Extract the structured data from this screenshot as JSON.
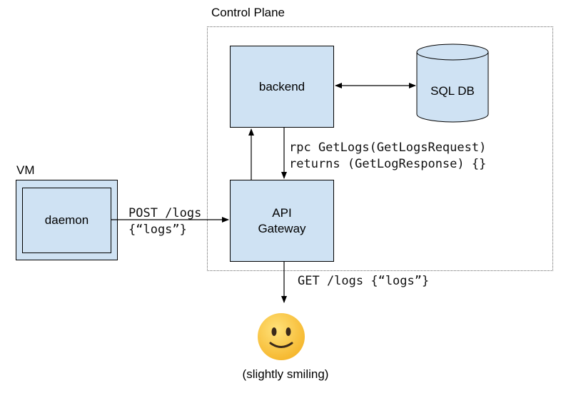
{
  "control_plane": {
    "title": "Control Plane"
  },
  "vm": {
    "title": "VM"
  },
  "nodes": {
    "daemon": "daemon",
    "backend": "backend",
    "sql_db": "SQL DB",
    "api_gateway": "API\nGateway"
  },
  "edges": {
    "post_line1": "POST /logs",
    "post_line2": "{“logs”}",
    "rpc_line1": "rpc GetLogs(GetLogsRequest)",
    "rpc_line2": "returns (GetLogResponse) {}",
    "get": "GET /logs {“logs”}"
  },
  "user": {
    "icon": "slightly-smiling-face-icon",
    "caption": "(slightly smiling)"
  },
  "colors": {
    "node_fill": "#cfe2f3",
    "stroke": "#000000",
    "region_border": "#666666",
    "emoji_face": "#f7c23a"
  }
}
